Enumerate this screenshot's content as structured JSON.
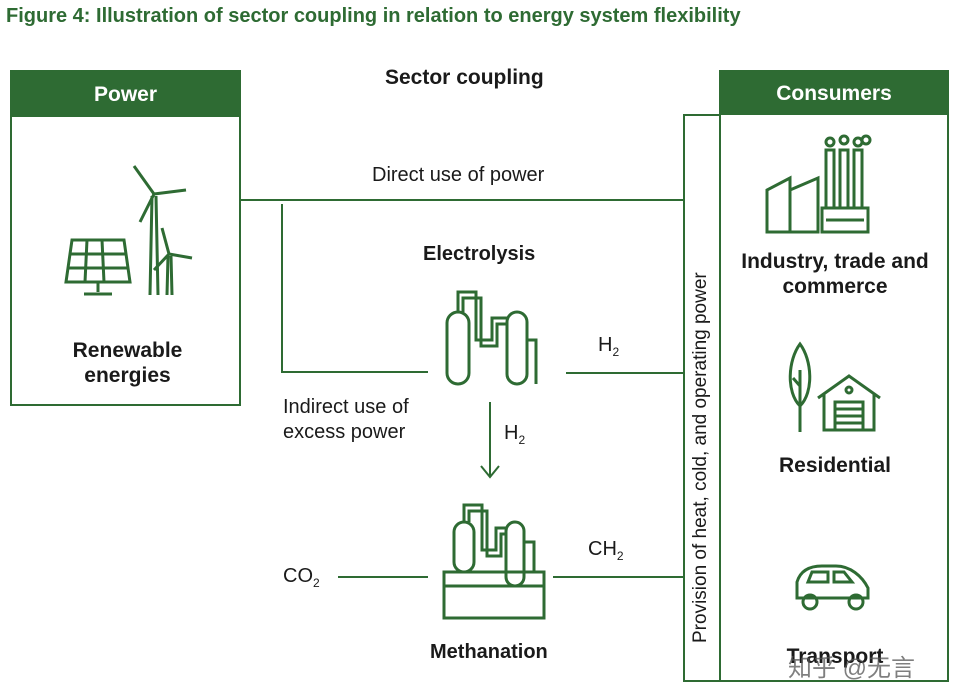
{
  "figure_title": "Figure 4: Illustration of sector coupling in relation to energy system flexibility",
  "sector_coupling_title": "Sector coupling",
  "power": {
    "header": "Power",
    "renewable_label": "Renewable energies"
  },
  "consumers": {
    "header": "Consumers",
    "industry_label": "Industry, trade and commerce",
    "residential_label": "Residential",
    "transport_label": "Transport"
  },
  "provision_label": "Provision of heat, cold, and operating power",
  "direct_use_label": "Direct use of power",
  "electrolysis_label": "Electrolysis",
  "indirect_use_label_line1": "Indirect use of",
  "indirect_use_label_line2": "excess power",
  "h2_right": {
    "base": "H",
    "sub": "2"
  },
  "h2_down": {
    "base": "H",
    "sub": "2"
  },
  "co2": {
    "base": "CO",
    "sub": "2"
  },
  "ch2": {
    "base": "CH",
    "sub": "2"
  },
  "methanation_label": "Methanation",
  "watermark": "知乎 @无言",
  "colors": {
    "accent": "#2e6b33",
    "line": "#2e6b33",
    "text": "#1a1a1a"
  },
  "icons": [
    "solar-panel-icon",
    "wind-turbine-icon",
    "electrolyzer-icon",
    "methanation-plant-icon",
    "factory-icon",
    "tree-icon",
    "house-garage-icon",
    "car-icon",
    "arrow-down-icon"
  ]
}
